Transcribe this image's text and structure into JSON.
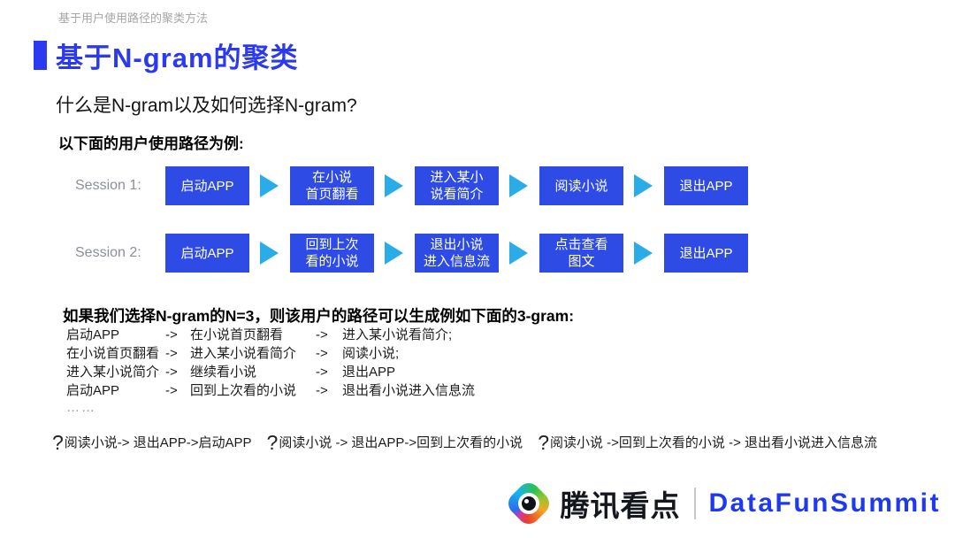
{
  "colors": {
    "accent_blue": "#2b3af0",
    "box_blue": "#2e4be6",
    "arrow_cyan": "#29ace8",
    "summit_blue": "#1d3af2"
  },
  "header": {
    "breadcrumb": "基于用户使用路径的聚类方法",
    "title": "基于N-gram的聚类"
  },
  "intro": {
    "question": "什么是N-gram以及如何选择N-gram?",
    "example_label": "以下面的用户使用路径为例:"
  },
  "sessions": [
    {
      "label": "Session 1:",
      "steps": [
        "启动APP",
        "在小说\n首页翻看",
        "进入某小\n说看简介",
        "阅读小说",
        "退出APP"
      ]
    },
    {
      "label": "Session 2:",
      "steps": [
        "启动APP",
        "回到上次\n看的小说",
        "退出小说\n进入信息流",
        "点击查看\n图文",
        "退出APP"
      ]
    }
  ],
  "ngram": {
    "heading": "如果我们选择N-gram的N=3，则该用户的路径可以生成例如下面的3-gram:",
    "arrow": "->",
    "rows": [
      {
        "a": "启动APP",
        "b": "在小说首页翻看",
        "c": "进入某小说看简介;"
      },
      {
        "a": "在小说首页翻看",
        "b": "进入某小说看简介",
        "c": "阅读小说;"
      },
      {
        "a": "进入某小说简介",
        "b": "继续看小说",
        "c": "退出APP"
      },
      {
        "a": "启动APP",
        "b": "回到上次看的小说",
        "c": "退出看小说进入信息流"
      }
    ],
    "ellipsis": "……"
  },
  "questions": [
    {
      "mark": "?",
      "text": "阅读小说-> 退出APP->启动APP"
    },
    {
      "mark": "?",
      "text": "阅读小说 -> 退出APP->回到上次看的小说"
    },
    {
      "mark": "?",
      "text": "阅读小说 ->回到上次看的小说 -> 退出看小说进入信息流"
    }
  ],
  "footer": {
    "brand": "腾讯看点",
    "summit": "DataFunSummit"
  }
}
